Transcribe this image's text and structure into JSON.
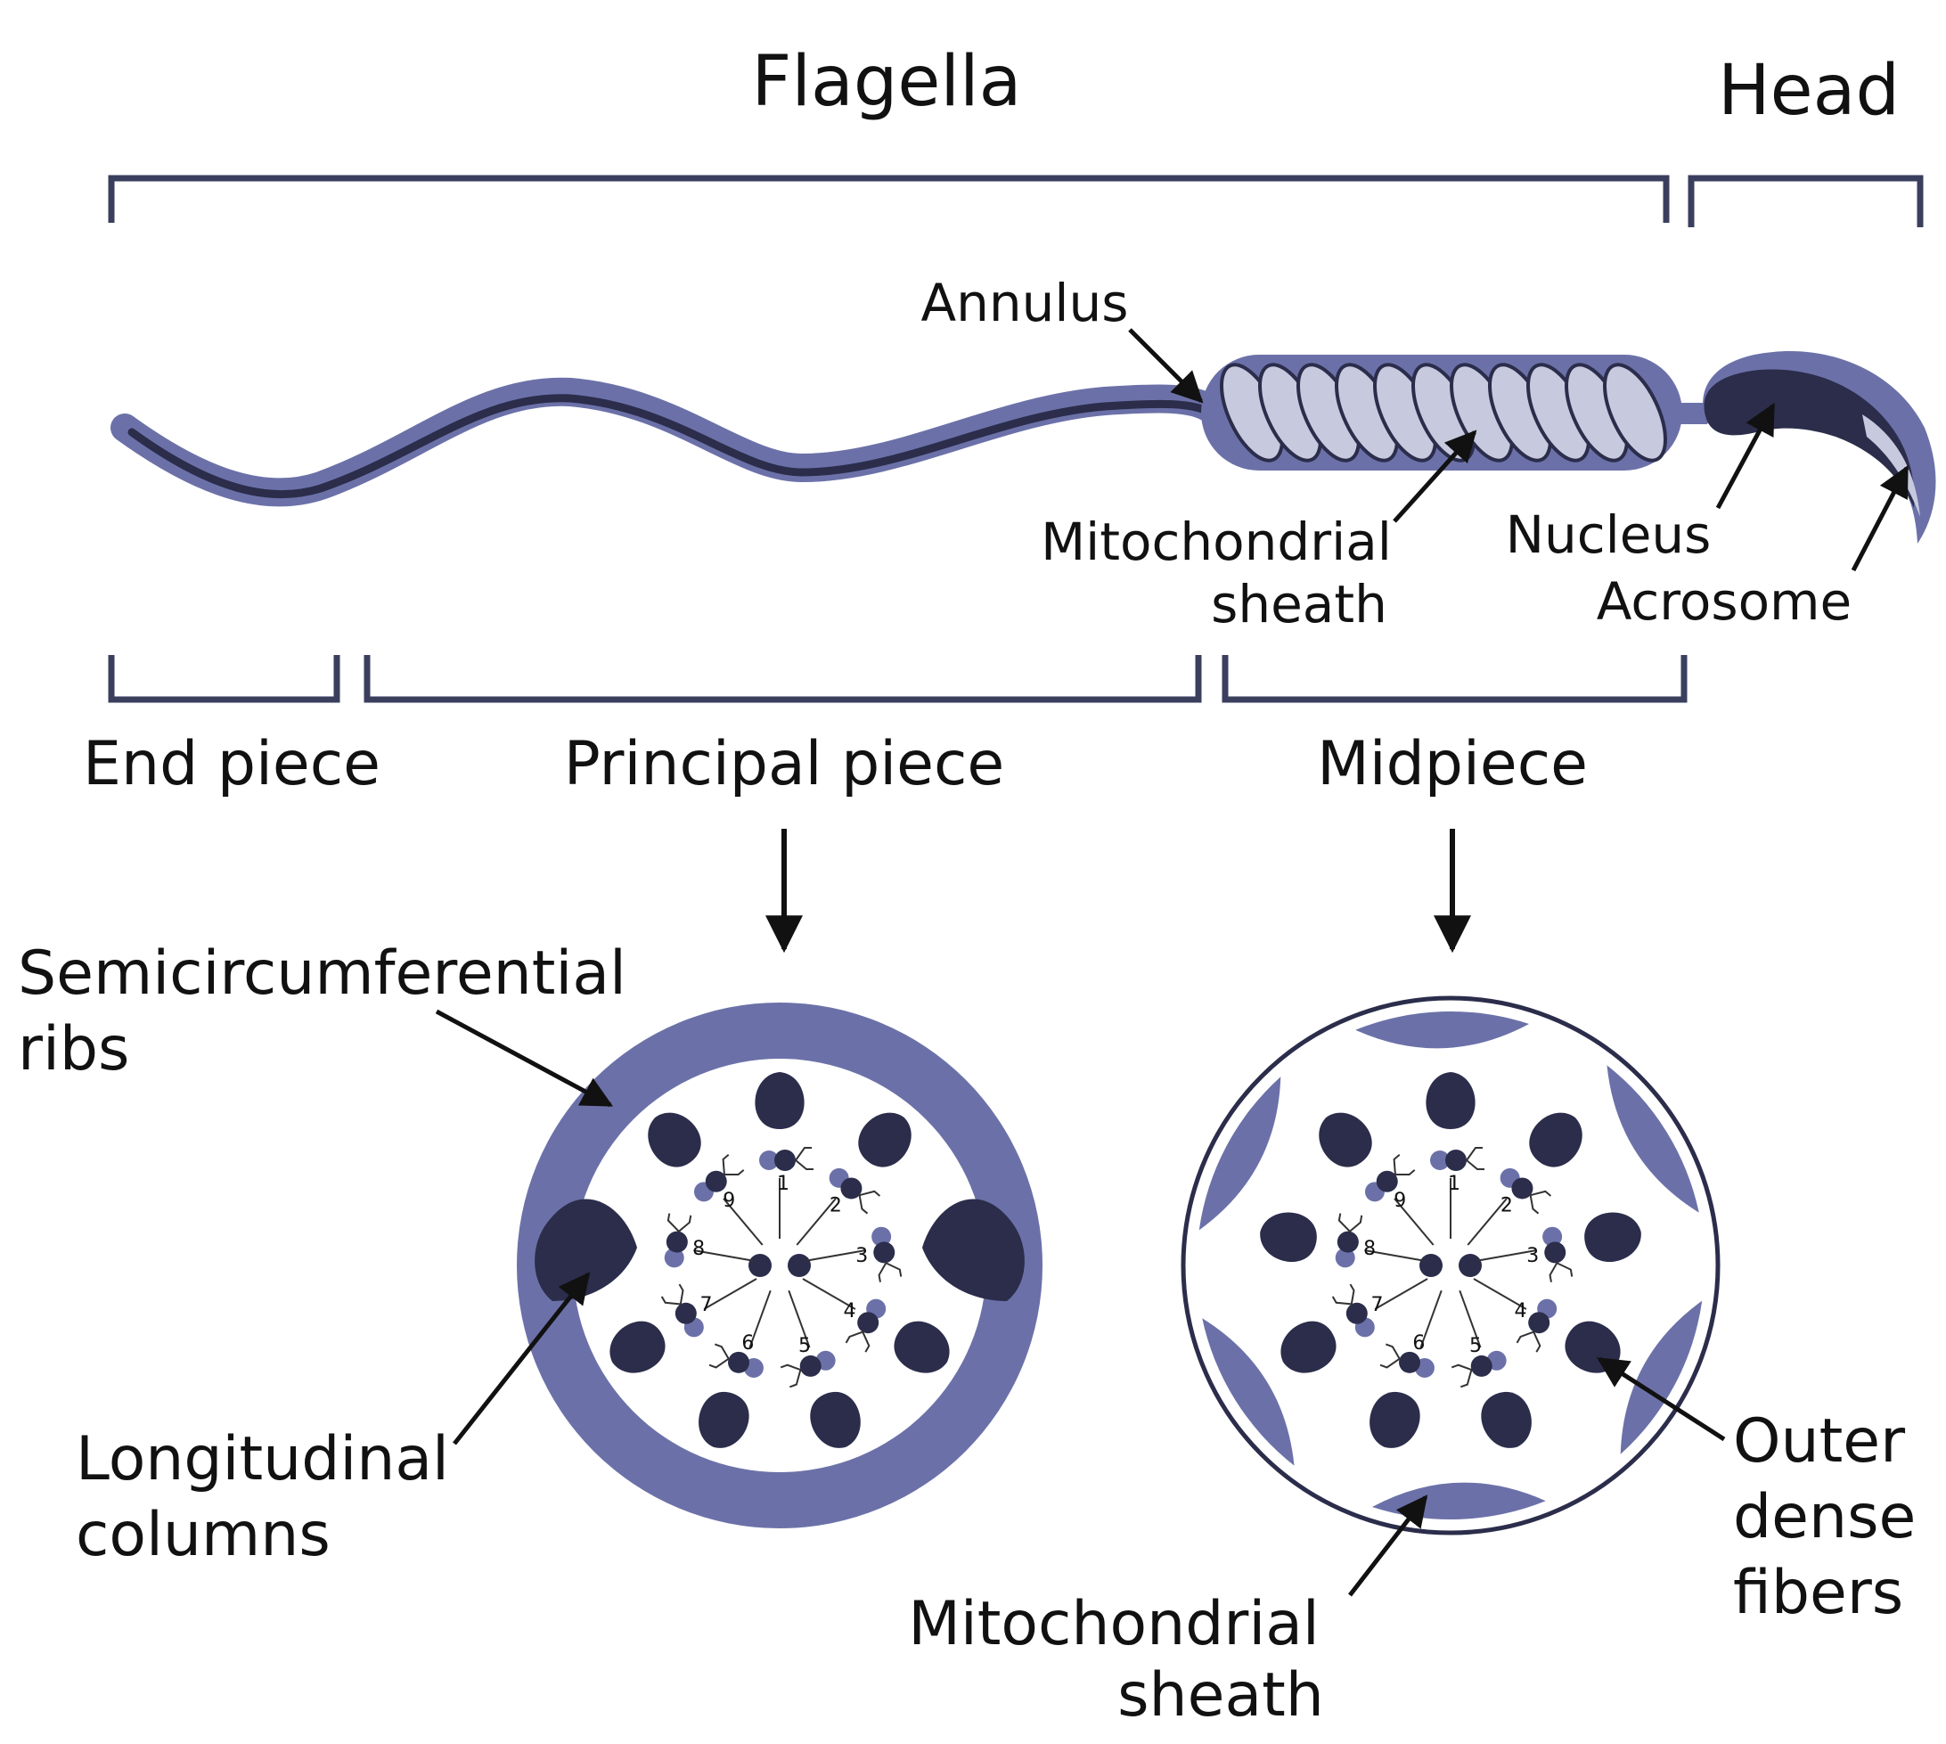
{
  "colors": {
    "bracket": "#3b3f5e",
    "tail": "#6b71a8",
    "tail_dark": "#2b2d4b",
    "sheath_light": "#c7c9de",
    "ring": "#6b71a8",
    "fiber": "#2b2d4b",
    "arrow": "#111111"
  },
  "labels": {
    "flagella": "Flagella",
    "head": "Head",
    "annulus": "Annulus",
    "mito_top_1": "Mitochondrial",
    "mito_top_2": "sheath",
    "nucleus": "Nucleus",
    "acrosome": "Acrosome",
    "end_piece": "End piece",
    "principal_piece": "Principal piece",
    "midpiece": "Midpiece",
    "semi_1": "Semicircumferential",
    "semi_2": "ribs",
    "long_1": "Longitudinal",
    "long_2": "columns",
    "mito_bot_1": "Mitochondrial",
    "mito_bot_2": "sheath",
    "outer_1": "Outer",
    "outer_2": "dense",
    "outer_3": "fibers"
  },
  "doublet_numbers": [
    "1",
    "2",
    "3",
    "4",
    "5",
    "6",
    "7",
    "8",
    "9"
  ]
}
